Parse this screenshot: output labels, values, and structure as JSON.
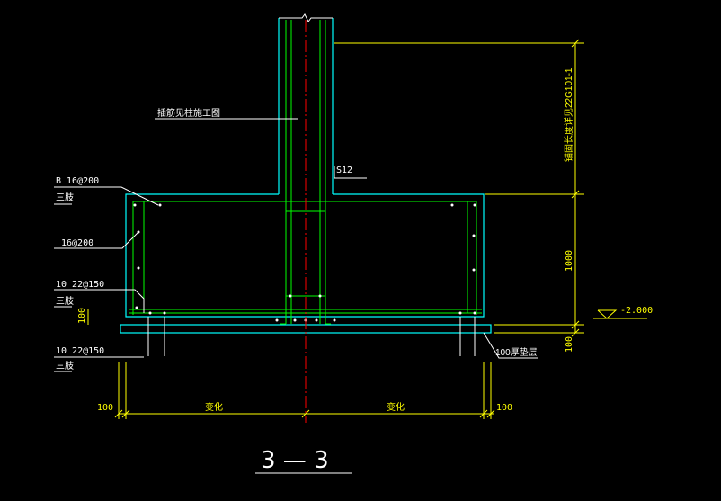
{
  "colors": {
    "background": "#000000",
    "concrete": "#00ffff",
    "rebar": "#00ff00",
    "dimension": "#ffff00",
    "centerline": "#ff0000",
    "leader": "#ffffff"
  },
  "labels": {
    "column_note": "插筋见柱施工图",
    "s12": "S12",
    "top_rebar_a": "B 16@200",
    "top_rebar_a_note": "三肢",
    "side_rebar": "16@200",
    "bottom_rebar_upper": "10 22@150",
    "bottom_rebar_upper_note": "三肢",
    "bottom_rebar_lower": "10 22@150",
    "bottom_rebar_lower_note": "三肢",
    "cover_left": "100",
    "cushion": "100厚垫层"
  },
  "dimensions": {
    "anchorage": "锚固长度详见22G101-1",
    "height": "1000",
    "cushion_height": "100",
    "left_edge": "100",
    "width_left": "变化",
    "width_right": "变化",
    "right_edge": "100"
  },
  "elevation": "-2.000",
  "section_title": "3 — 3"
}
